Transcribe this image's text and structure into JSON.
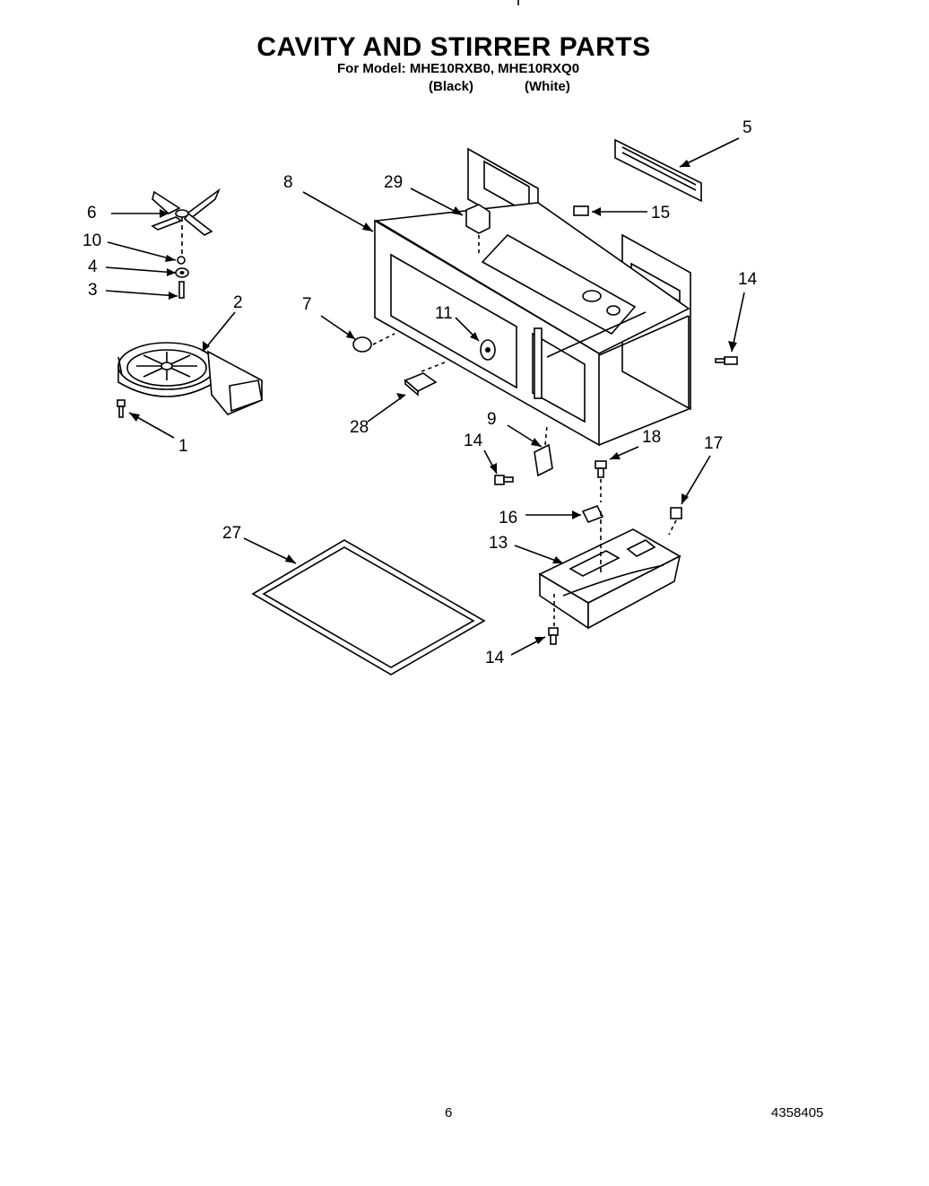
{
  "header": {
    "title": "CAVITY AND STIRRER PARTS",
    "subtitle": "For Model: MHE10RXB0, MHE10RXQ0",
    "variant_black": "(Black)",
    "variant_white": "(White)"
  },
  "callouts": {
    "c1": "1",
    "c2": "2",
    "c3": "3",
    "c4": "4",
    "c5": "5",
    "c6": "6",
    "c7": "7",
    "c8": "8",
    "c9": "9",
    "c10": "10",
    "c11": "11",
    "c13": "13",
    "c14a": "14",
    "c14b": "14",
    "c14c": "14",
    "c15": "15",
    "c16": "16",
    "c17": "17",
    "c18": "18",
    "c27": "27",
    "c28": "28",
    "c29": "29"
  },
  "footer": {
    "page_number": "6",
    "document_number": "4358405"
  }
}
